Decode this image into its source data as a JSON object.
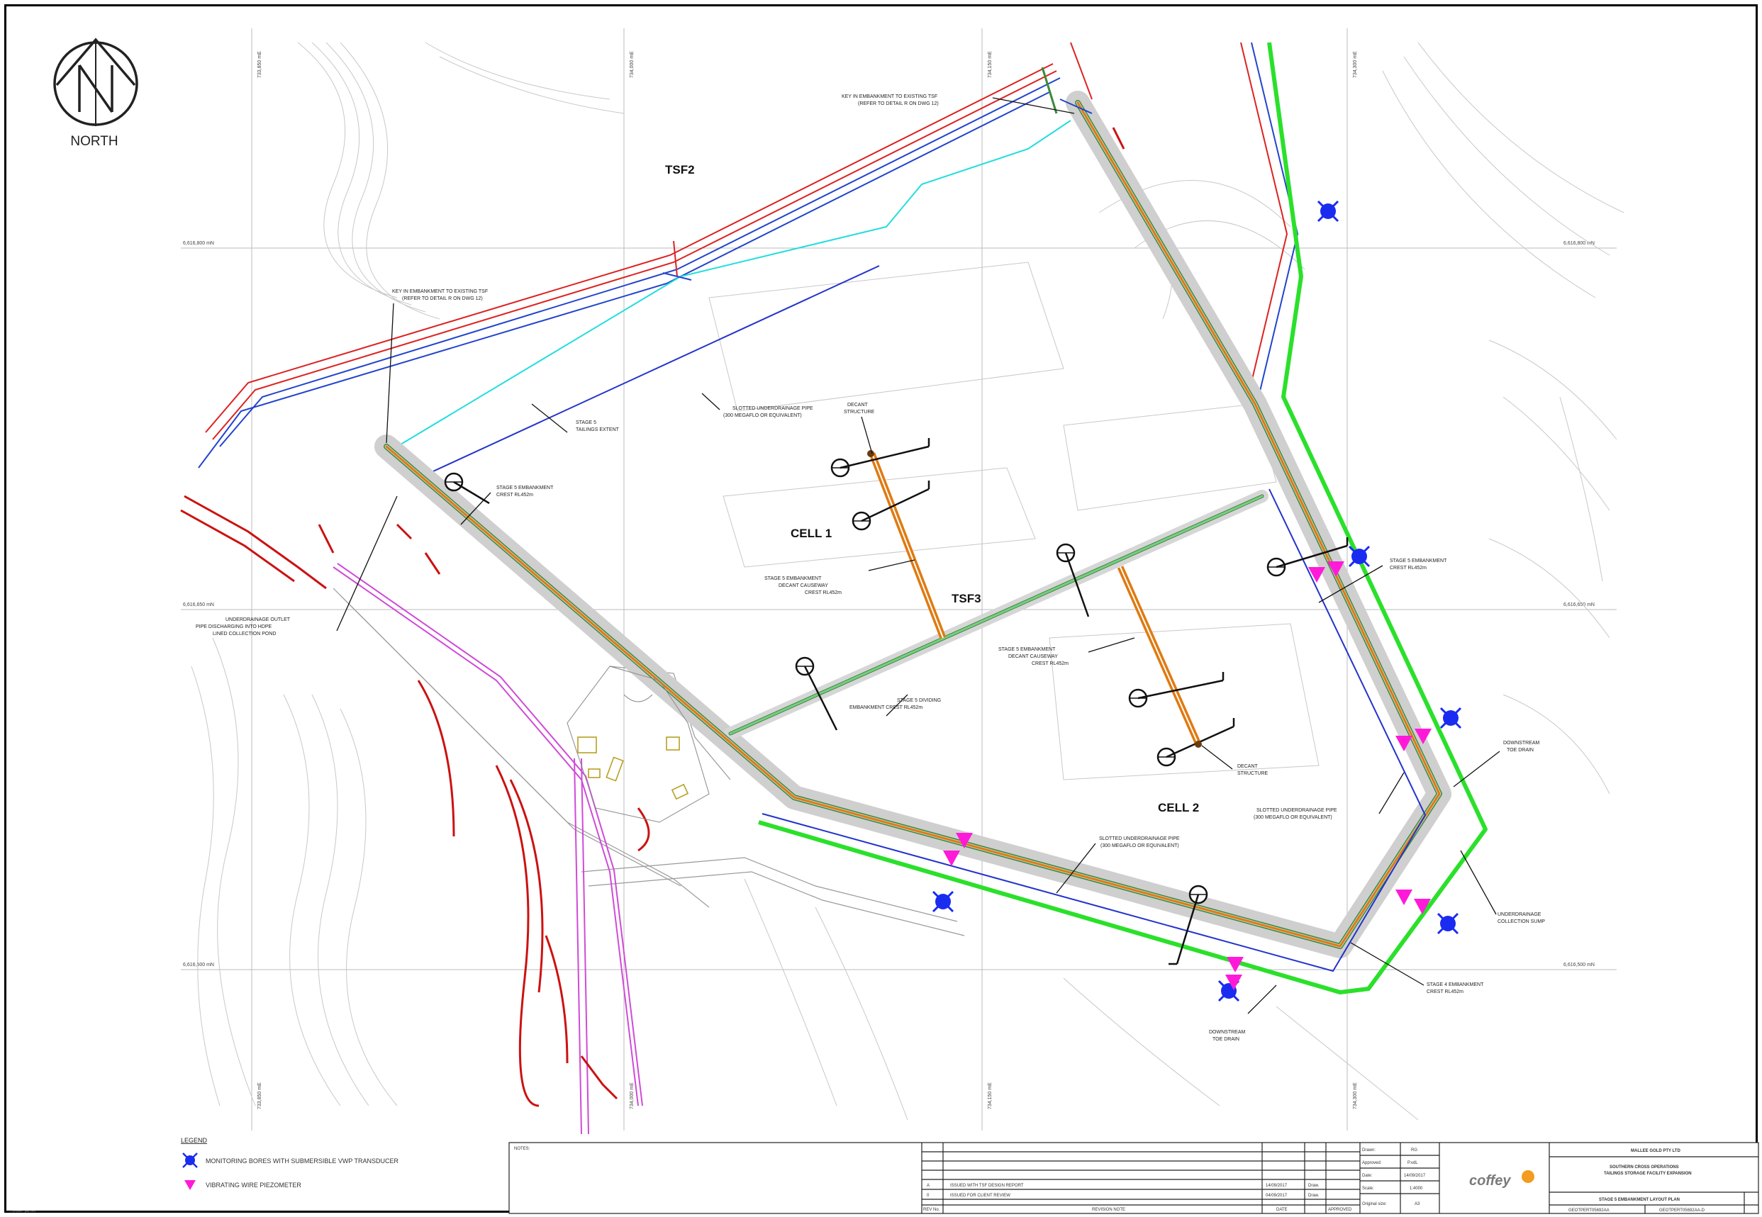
{
  "north": {
    "label": "NORTH"
  },
  "zones": {
    "tsf2": "TSF2",
    "tsf3": "TSF3",
    "cell1": "CELL 1",
    "cell2": "CELL 2"
  },
  "grid": {
    "eastings": [
      "733,850 mE",
      "734,000 mE",
      "734,150 mE",
      "734,300 mE"
    ],
    "northings_left": [
      "6,616,800 mN",
      "6,616,650 mN",
      "6,616,500 mN"
    ],
    "northings_right": [
      "6,616,800 mN",
      "6,616,650 mN",
      "6,616,500 mN"
    ]
  },
  "labels": {
    "key_embank_top": [
      "KEY IN EMBANKMENT TO EXISTING TSF",
      "(REFER TO DETAIL R ON DWG 12)"
    ],
    "key_embank_left": [
      "KEY IN EMBANKMENT TO EXISTING TSF",
      "(REFER TO DETAIL R ON DWG 12)"
    ],
    "stage5_tailings": [
      "STAGE 5",
      "TAILINGS EXTENT"
    ],
    "slotted_top": [
      "SLOTTED UNDERDRAINAGE PIPE",
      "(300 MEGAFLO OR EQUIVALENT)"
    ],
    "decant_top": [
      "DECANT",
      "STRUCTURE"
    ],
    "stage5_crest_left": [
      "STAGE 5 EMBANKMENT",
      "CREST RL452m"
    ],
    "stage5_crest_right": [
      "STAGE 5 EMBANKMENT",
      "CREST RL452m"
    ],
    "causeway_cell1": [
      "STAGE 5 EMBANKMENT",
      "DECANT CAUSEWAY",
      "CREST RL452m"
    ],
    "causeway_cell2": [
      "STAGE 5 EMBANKMENT",
      "DECANT CAUSEWAY",
      "CREST RL452m"
    ],
    "dividing": [
      "STAGE 5 DIVIDING",
      "EMBANKMENT CREST RL452m"
    ],
    "outlet": [
      "UNDERDRAINAGE OUTLET",
      "PIPE DISCHARGING INTO HDPE",
      "LINED COLLECTION POND"
    ],
    "decant_cell2": [
      "DECANT",
      "STRUCTURE"
    ],
    "slotted_bottom": [
      "SLOTTED UNDERDRAINAGE PIPE",
      "(300 MEGAFLO OR EQUIVALENT)"
    ],
    "slotted_right": [
      "SLOTTED UNDERDRAINAGE PIPE",
      "(300 MEGAFLO OR EQUIVALENT)"
    ],
    "downstream_right": [
      "DOWNSTREAM",
      "TOE DRAIN"
    ],
    "underdrainage_sump": [
      "UNDERDRAINAGE",
      "COLLECTION SUMP"
    ],
    "stage4_crest": [
      "STAGE 4 EMBANKMENT",
      "CREST RL452m"
    ],
    "downstream_bottom": [
      "DOWNSTREAM",
      "TOE DRAIN"
    ]
  },
  "legend": {
    "title": "LEGEND",
    "items": [
      {
        "label": "MONITORING BORES WITH SUBMERSIBLE VWP TRANSDUCER",
        "color": "#1a2cf0"
      },
      {
        "label": "VIBRATING WIRE PIEZOMETER",
        "color": "#ff1ad9"
      }
    ]
  },
  "title_block": {
    "notes_label": "NOTES:",
    "revisions": [
      {
        "rev": "A",
        "desc": "ISSUED WITH TSF DESIGN REPORT",
        "date": "14/09/2017",
        "by": "Draw."
      },
      {
        "rev": "0",
        "desc": "ISSUED FOR CLIENT REVIEW",
        "date": "04/09/2017",
        "by": "Draw."
      }
    ],
    "rev_headers": [
      "REV No.",
      "REVISION NOTE",
      "DATE",
      "APPROVED"
    ],
    "drawn_fields": [
      {
        "k": "Drawn:",
        "v": "RG"
      },
      {
        "k": "Approved:",
        "v": "P.vdL"
      },
      {
        "k": "Date:",
        "v": "14/09/2017"
      },
      {
        "k": "Scale:",
        "v": "1:4000"
      },
      {
        "k": "Original size:",
        "v": "A3"
      }
    ],
    "company": "coffey",
    "client": "MALLEE GOLD PTY LTD",
    "project": [
      "SOUTHERN CROSS OPERATIONS",
      "TAILINGS STORAGE FACILITY EXPANSION"
    ],
    "title": "STAGE 5 EMBANKMENT LAYOUT PLAN",
    "project_no": "GEOTPERT05692AA",
    "figure_no": "GEOTPERT05692AA-D"
  },
  "footer": "Filename / path text"
}
